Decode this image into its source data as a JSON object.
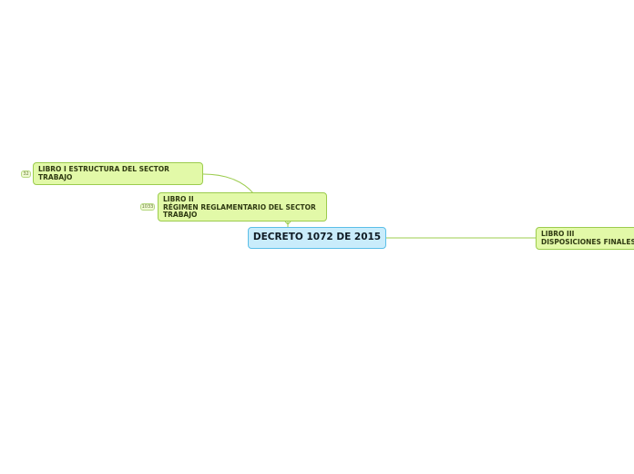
{
  "central": {
    "label": "DECRETO 1072 DE 2015"
  },
  "nodes": [
    {
      "lines": [
        "LIBRO I ESTRUCTURA DEL SECTOR",
        "TRABAJO"
      ],
      "badge": "32"
    },
    {
      "lines": [
        "LIBRO II",
        "RÉGIMEN REGLAMENTARIO DEL SECTOR",
        "TRABAJO"
      ],
      "badge": "1033"
    },
    {
      "lines": [
        "LIBRO III",
        "DISPOSICIONES FINALES"
      ]
    }
  ],
  "colors": {
    "topic_fill": "#e2f9a8",
    "topic_border": "#9ccc4e",
    "central_fill": "#c9ecfb",
    "central_border": "#5bbfe8",
    "connector": "#9ccc4e"
  }
}
